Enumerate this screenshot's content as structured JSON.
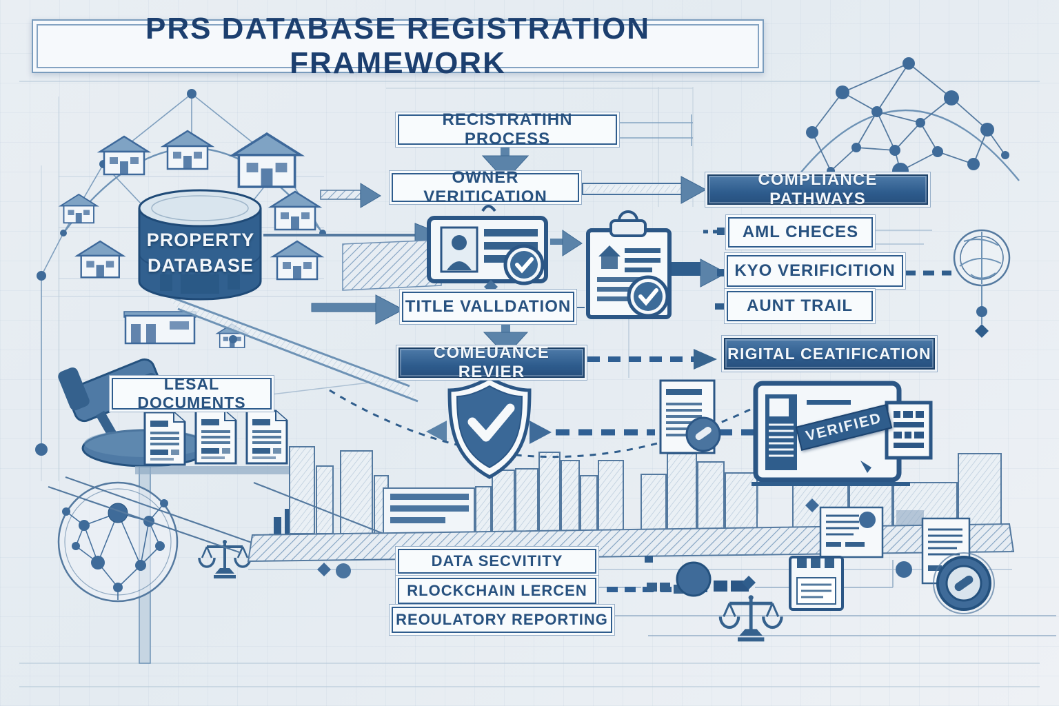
{
  "palette": {
    "background": "#e9eef3",
    "sketch_line": "#54799f",
    "sketch_light": "#9db5cc",
    "navy": "#1f4a77",
    "banner_blue": "#2e5c8d",
    "box_bg": "#f8fbfd",
    "text_navy": "#27517f",
    "white": "#f4f8fb",
    "fill_mid": "#5b83a9"
  },
  "labels": {
    "title": "PRS DATABASE REGISTRATION FRAMEWORK",
    "registration_process": "RECISTRATIHN PROCESS",
    "owner_verification": "OWNER VERITICATION",
    "title_validation": "TITLE VALLDATION",
    "compliance_review": "COMEUANCE REVIER",
    "compliance_pathways": "COMPLIANCE PATHWAYS",
    "aml_checks": "AML CHECES",
    "kyc_verification": "KYO VERIFICITION",
    "audit_trail": "AUNT TRAIL",
    "digital_certification": "RIGITAL CEATIFICATION",
    "legal_documents": "LESAL DOCUMENTS",
    "property_database_line1": "PROPERTY",
    "property_database_line2": "DATABASE",
    "data_security": "DATA SECVITITY",
    "blockchain_ledger": "RLOCKCHAIN LERCEN",
    "regulatory_reporting": "REOULATORY REPORTING",
    "verified_stamp": "VERIFIED"
  },
  "icons": {
    "property-database-icon": "cylinder-database",
    "house-icon": "sketched-house",
    "property-network-dome-icon": "dome-with-houses-graph",
    "network-dome-icon": "dome-node-graph",
    "network-sphere-icon": "circular-node-graph",
    "gavel-icon": "judge-gavel",
    "document-icon": "page-with-text-lines",
    "id-badge-icon": "id-card-with-check",
    "deed-clipboard-icon": "clipboard-house-check",
    "shield-check-icon": "shield-with-checkmark",
    "certified-document-icon": "page-with-round-seal",
    "globe-icon": "sketch-globe",
    "verified-certificate-icon": "certificate-card-with-stamp",
    "qr-stamp-icon": "qr-code-stamp",
    "floppy-disk-icon": "floppy-disk",
    "seal-badge-icon": "round-seal-badge",
    "scales-icon": "balance-scales",
    "bar-chart-icon": "mini-bar-chart",
    "city-skyline": "building-outlines",
    "flow-arrow-icon": "filled-arrow"
  }
}
